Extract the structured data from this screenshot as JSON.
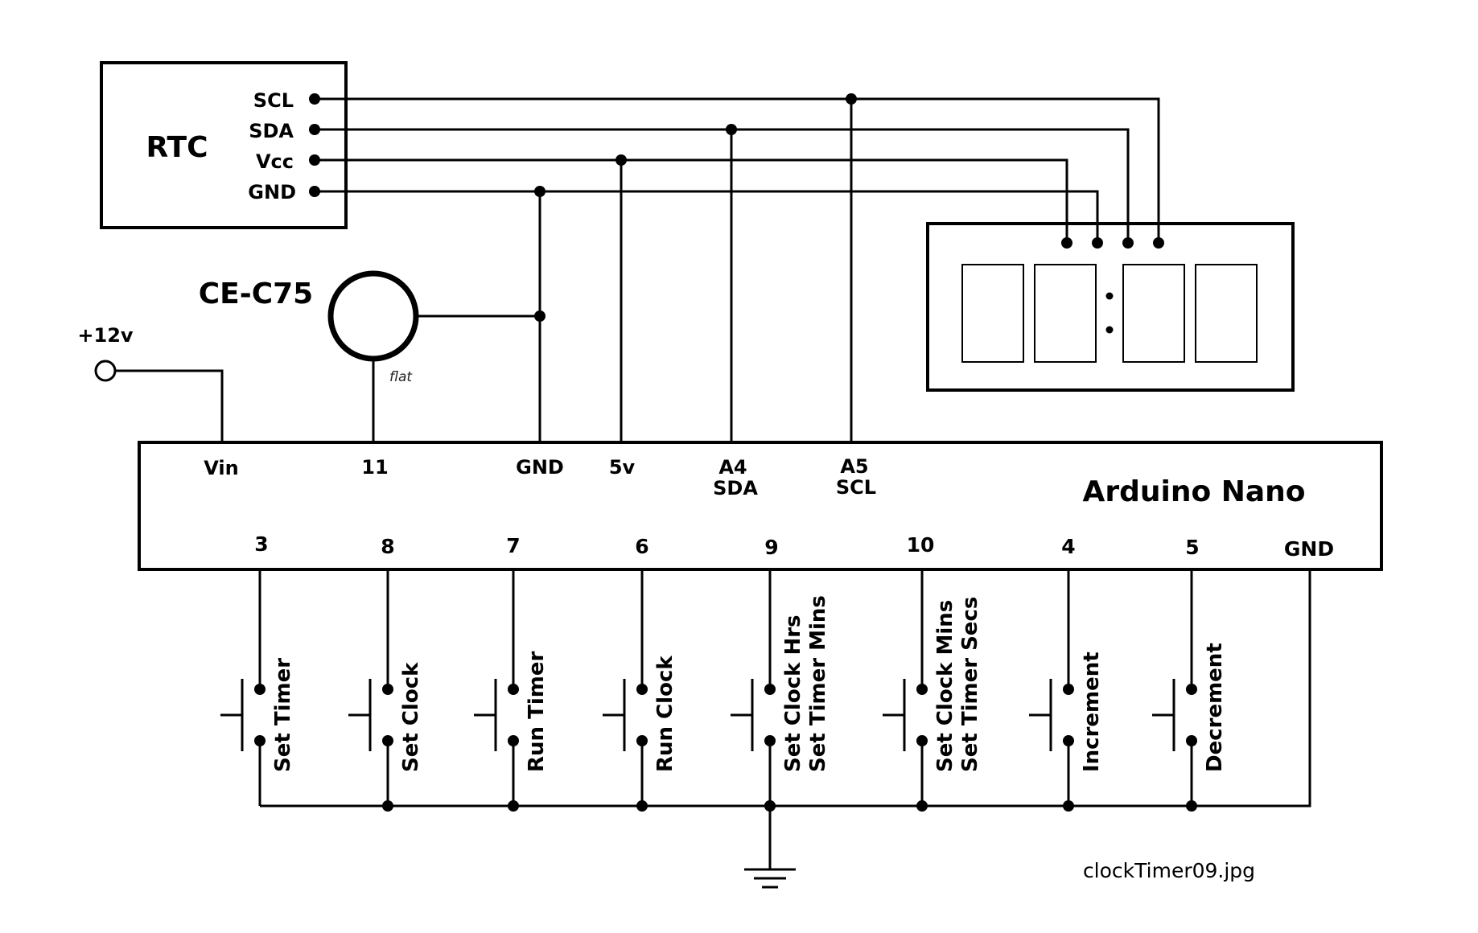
{
  "rtc": {
    "title": "RTC",
    "pins": [
      "SCL",
      "SDA",
      "Vcc",
      "GND"
    ]
  },
  "sensor": {
    "label": "CE-C75",
    "flat_note": "flat"
  },
  "power": {
    "label": "+12v"
  },
  "arduino": {
    "title": "Arduino Nano",
    "top_pins": [
      {
        "label": "Vin",
        "sub": ""
      },
      {
        "label": "11",
        "sub": ""
      },
      {
        "label": "GND",
        "sub": ""
      },
      {
        "label": "5v",
        "sub": ""
      },
      {
        "label": "A4",
        "sub": "SDA"
      },
      {
        "label": "A5",
        "sub": "SCL"
      }
    ],
    "bottom_pins": [
      "3",
      "8",
      "7",
      "6",
      "9",
      "10",
      "4",
      "5",
      "GND"
    ]
  },
  "buttons": [
    {
      "lines": [
        "Set Timer"
      ]
    },
    {
      "lines": [
        "Set Clock"
      ]
    },
    {
      "lines": [
        "Run Timer"
      ]
    },
    {
      "lines": [
        "Run Clock"
      ]
    },
    {
      "lines": [
        "Set Clock Hrs",
        "Set Timer Mins"
      ]
    },
    {
      "lines": [
        "Set Clock Mins",
        "Set Timer Secs"
      ]
    },
    {
      "lines": [
        "Increment"
      ]
    },
    {
      "lines": [
        "Decrement"
      ]
    }
  ],
  "caption": "clockTimer09.jpg"
}
